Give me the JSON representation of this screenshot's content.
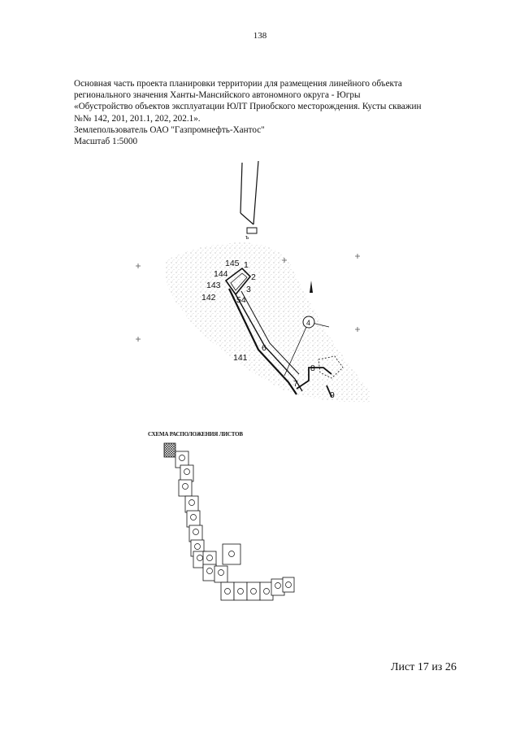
{
  "page_number": "138",
  "header": {
    "lines": [
      "Основная часть проекта планировки территории для размещения линейного объекта",
      "регионального значения Ханты-Мансийского автономного округа - Югры",
      "«Обустройство объектов эксплуатации ЮЛТ Приобского месторождения. Кусты скважин",
      "№№ 142, 201, 201.1, 202, 202.1».",
      "Землепользователь ОАО \"Газпромнефть-Хантос\"",
      "Масштаб 1:5000"
    ]
  },
  "map": {
    "labels": {
      "p145": "145",
      "p144": "144",
      "p143": "143",
      "p142": "142",
      "p1": "1",
      "p2": "2",
      "p3": "3",
      "p54": "54",
      "p141": "141",
      "p6": "6",
      "p7": "7",
      "p8": "8",
      "p9": "9",
      "p4": "4",
      "p5": "5"
    }
  },
  "scheme": {
    "title": "СХЕМА РАСПОЛОЖЕНИЯ ЛИСТОВ"
  },
  "footer": {
    "sheet_label": "Лист 17 из 26"
  }
}
